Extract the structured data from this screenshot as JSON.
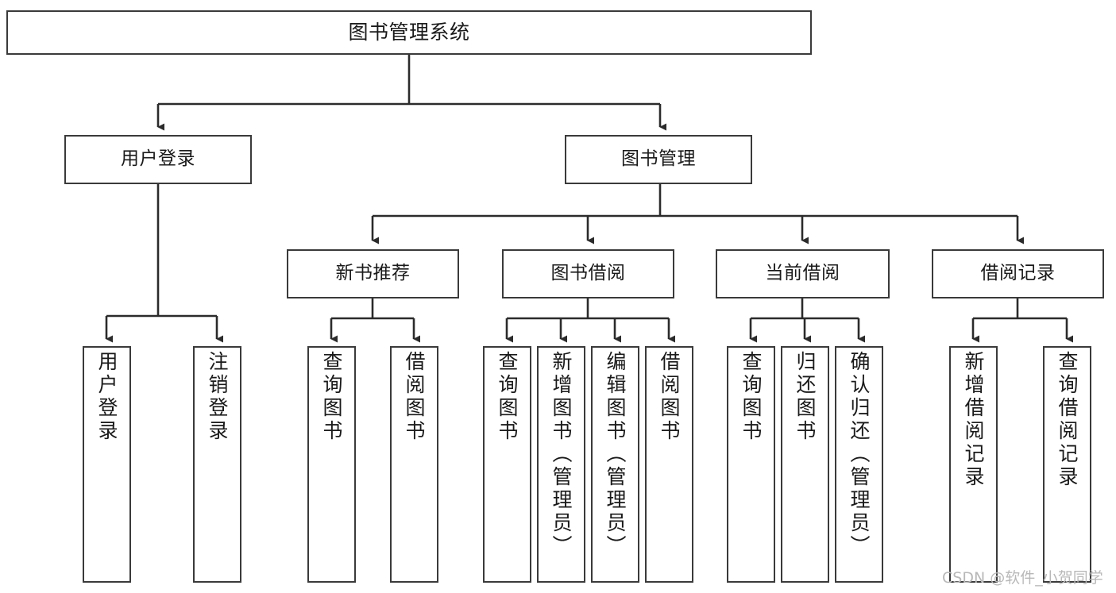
{
  "diagram": {
    "title": "图书管理系统",
    "type": "功能结构图",
    "watermark": "CSDN @软件_小贺同学",
    "colors": {
      "box_border": "#3a3a3a",
      "box_fill": "#ffffff",
      "connector": "#2b2b2b",
      "text": "#1a1a1a",
      "watermark": "#b8b8b8",
      "background": "#ffffff"
    },
    "levels": {
      "root": {
        "label": "图书管理系统"
      },
      "level2": [
        {
          "id": "user-login",
          "label": "用户登录"
        },
        {
          "id": "book-manage",
          "label": "图书管理"
        }
      ],
      "level3": [
        {
          "id": "new-book-recommend",
          "label": "新书推荐",
          "parent": "book-manage"
        },
        {
          "id": "book-borrow",
          "label": "图书借阅",
          "parent": "book-manage"
        },
        {
          "id": "current-borrow",
          "label": "当前借阅",
          "parent": "book-manage"
        },
        {
          "id": "borrow-record",
          "label": "借阅记录",
          "parent": "book-manage"
        }
      ],
      "leaves": [
        {
          "id": "leaf-user-login",
          "label": "用户登录",
          "parent": "user-login"
        },
        {
          "id": "leaf-logout-login",
          "label": "注销登录",
          "parent": "user-login"
        },
        {
          "id": "leaf-query-book-1",
          "label": "查询图书",
          "parent": "new-book-recommend"
        },
        {
          "id": "leaf-borrow-book-1",
          "label": "借阅图书",
          "parent": "new-book-recommend"
        },
        {
          "id": "leaf-query-book-2",
          "label": "查询图书",
          "parent": "book-borrow"
        },
        {
          "id": "leaf-add-book",
          "label": "新增图书（管理员）",
          "parent": "book-borrow"
        },
        {
          "id": "leaf-edit-book",
          "label": "编辑图书（管理员）",
          "parent": "book-borrow"
        },
        {
          "id": "leaf-borrow-book-2",
          "label": "借阅图书",
          "parent": "book-borrow"
        },
        {
          "id": "leaf-query-book-3",
          "label": "查询图书",
          "parent": "current-borrow"
        },
        {
          "id": "leaf-return-book",
          "label": "归还图书",
          "parent": "current-borrow"
        },
        {
          "id": "leaf-confirm-return",
          "label": "确认归还（管理员）",
          "parent": "current-borrow"
        },
        {
          "id": "leaf-add-record",
          "label": "新增借阅记录",
          "parent": "borrow-record"
        },
        {
          "id": "leaf-query-record",
          "label": "查询借阅记录",
          "parent": "borrow-record"
        }
      ]
    }
  }
}
